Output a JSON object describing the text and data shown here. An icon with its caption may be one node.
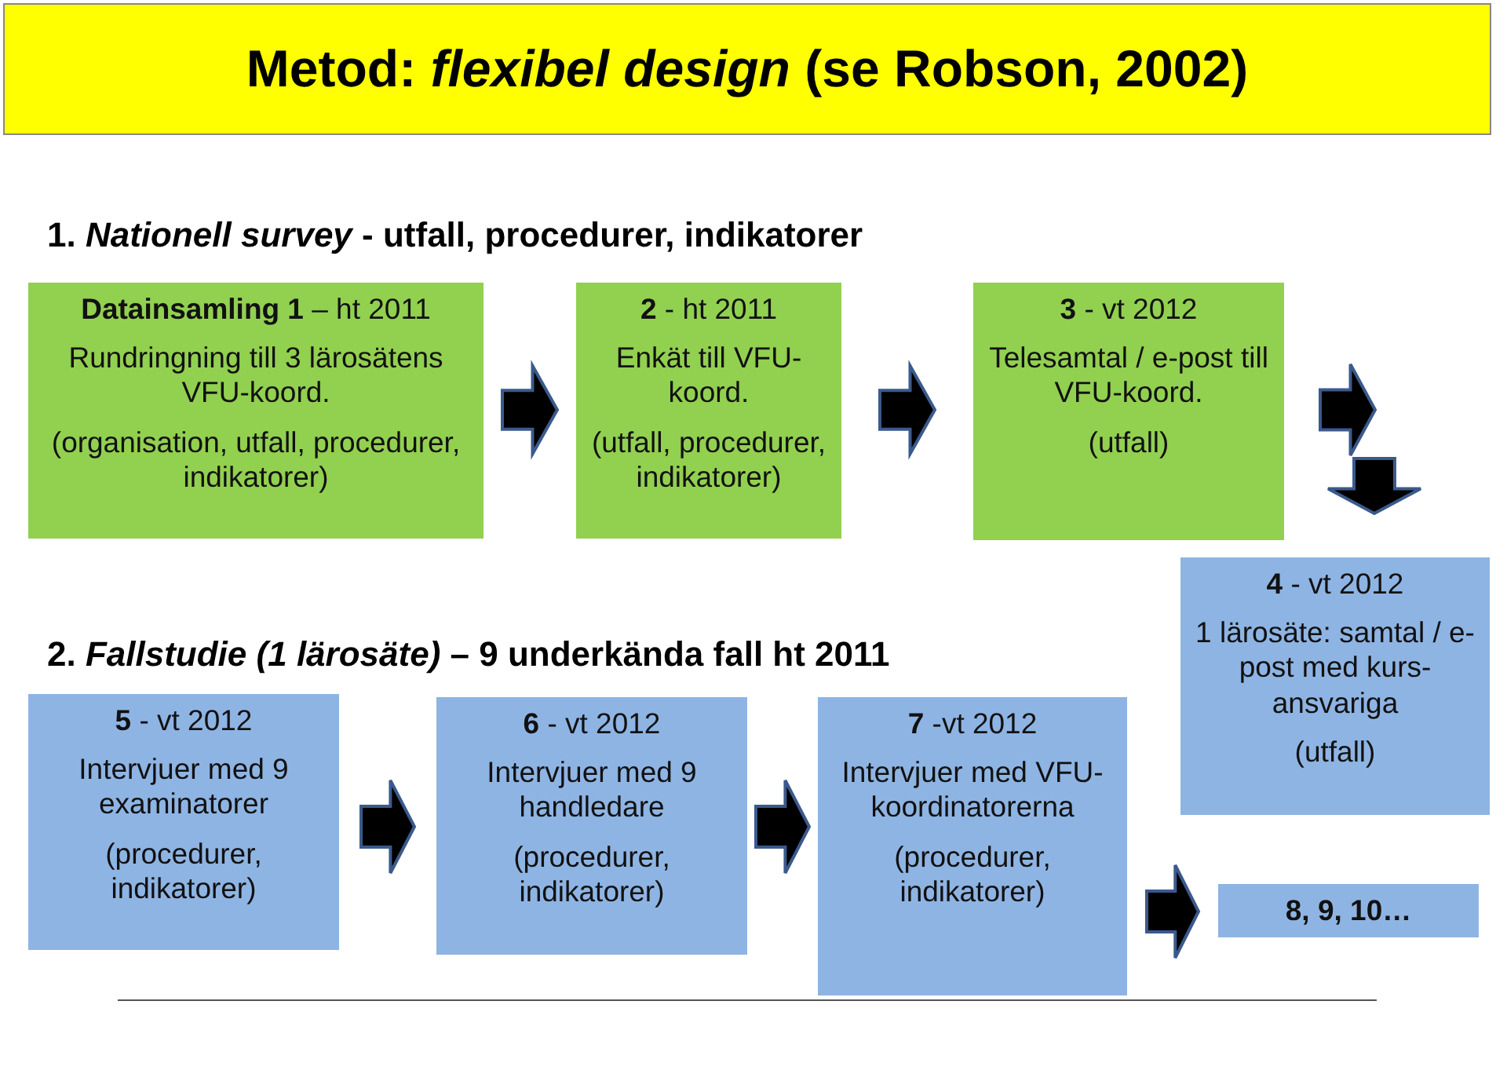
{
  "diagram": {
    "title": "Metod: *flexibel design* (se Robson, 2002)",
    "nodes": [
      {
        "text": [
          "**Datainsamling 1** – ht 2011",
          "Rundringning till 3 lärosätens VFU-koord.",
          "(organisation, utfall, procedurer, indikatorer)"
        ]
      },
      {
        "text": [
          "**2** - ht 2011",
          "Enkät till VFU-koord.",
          "(utfall, procedurer, indikatorer)"
        ]
      },
      {
        "text": [
          "**3** - vt 2012",
          "Telesamtal / e-post till VFU-koord.",
          "(utfall)"
        ]
      },
      {
        "text": [
          "**4** - vt 2012",
          "1 lärosäte: samtal / e-post med kurs-ansvariga",
          "(utfall)"
        ]
      },
      {
        "text": [
          "**5** - vt 2012",
          "Intervjuer med 9 examinatorer",
          "(procedurer, indikatorer)"
        ]
      },
      {
        "text": [
          "**6** - vt 2012",
          "Intervjuer med 9 handledare",
          "(procedurer, indikatorer)"
        ]
      },
      {
        "text": [
          "**7** -vt 2012",
          "Intervjuer med VFU-koordinatorerna",
          "(procedurer, indikatorer)"
        ]
      },
      {
        "text": [
          "8, 9, 10…"
        ]
      }
    ],
    "edges": [
      {
        "from": 0,
        "to": 1,
        "arrow": "to"
      },
      {
        "from": 1,
        "to": 2,
        "arrow": "to"
      },
      {
        "from": 2,
        "to": null,
        "arrow": "to"
      },
      {
        "from": null,
        "to": 3,
        "arrow": "to"
      },
      {
        "from": 4,
        "to": 5,
        "arrow": "to"
      },
      {
        "from": 5,
        "to": 6,
        "arrow": "to"
      },
      {
        "from": 6,
        "to": 7,
        "arrow": "to"
      }
    ],
    "labels": [
      "1. *Nationell survey* - utfall, procedurer, indikatorer",
      "2. *Fallstudie (1 lärosäte)* – 9 underkända fall ht 2011"
    ]
  }
}
